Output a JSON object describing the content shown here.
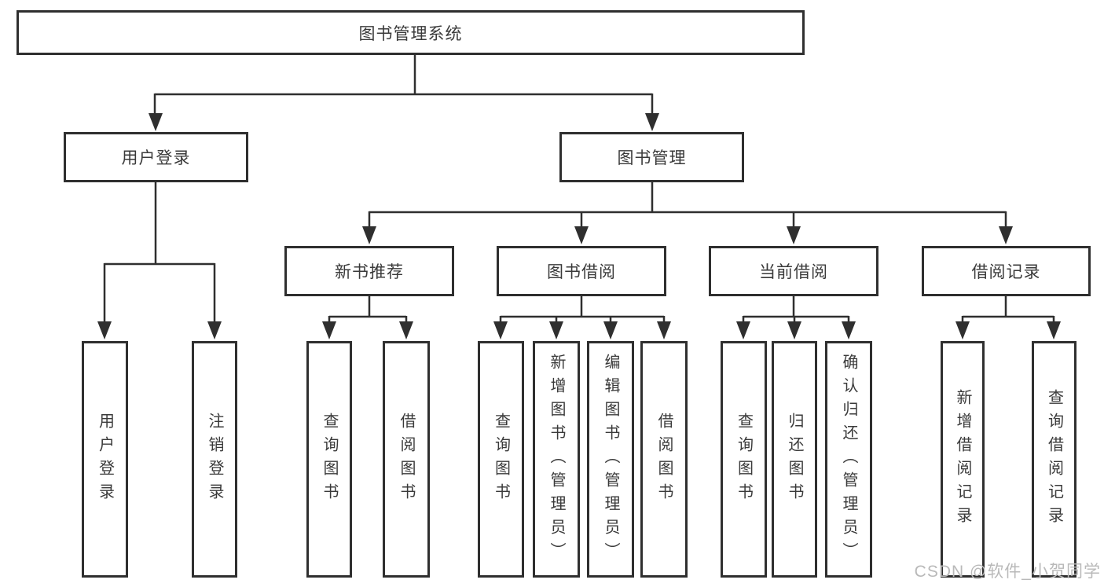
{
  "diagram": {
    "root": {
      "label": "图书管理系统"
    },
    "level2": [
      {
        "label": "用户登录"
      },
      {
        "label": "图书管理"
      }
    ],
    "level3": [
      {
        "label": "新书推荐",
        "parent": "图书管理"
      },
      {
        "label": "图书借阅",
        "parent": "图书管理"
      },
      {
        "label": "当前借阅",
        "parent": "图书管理"
      },
      {
        "label": "借阅记录",
        "parent": "图书管理"
      }
    ],
    "leaves": [
      {
        "label": "用户登录",
        "parent": "用户登录"
      },
      {
        "label": "注销登录",
        "parent": "用户登录"
      },
      {
        "label": "查询图书",
        "parent": "新书推荐"
      },
      {
        "label": "借阅图书",
        "parent": "新书推荐"
      },
      {
        "label": "查询图书",
        "parent": "图书借阅"
      },
      {
        "label": "新增图书（管理员）",
        "parent": "图书借阅"
      },
      {
        "label": "编辑图书（管理员）",
        "parent": "图书借阅"
      },
      {
        "label": "借阅图书",
        "parent": "图书借阅"
      },
      {
        "label": "查询图书",
        "parent": "当前借阅"
      },
      {
        "label": "归还图书",
        "parent": "当前借阅"
      },
      {
        "label": "确认归还（管理员）",
        "parent": "当前借阅"
      },
      {
        "label": "新增借阅记录",
        "parent": "借阅记录"
      },
      {
        "label": "查询借阅记录",
        "parent": "借阅记录"
      }
    ]
  },
  "watermark": "CSDN @软件_小贺同学",
  "colors": {
    "line": "#2f2f2f",
    "text": "#3a3a3a",
    "watermark": "#b9b9b9",
    "background": "#ffffff"
  }
}
